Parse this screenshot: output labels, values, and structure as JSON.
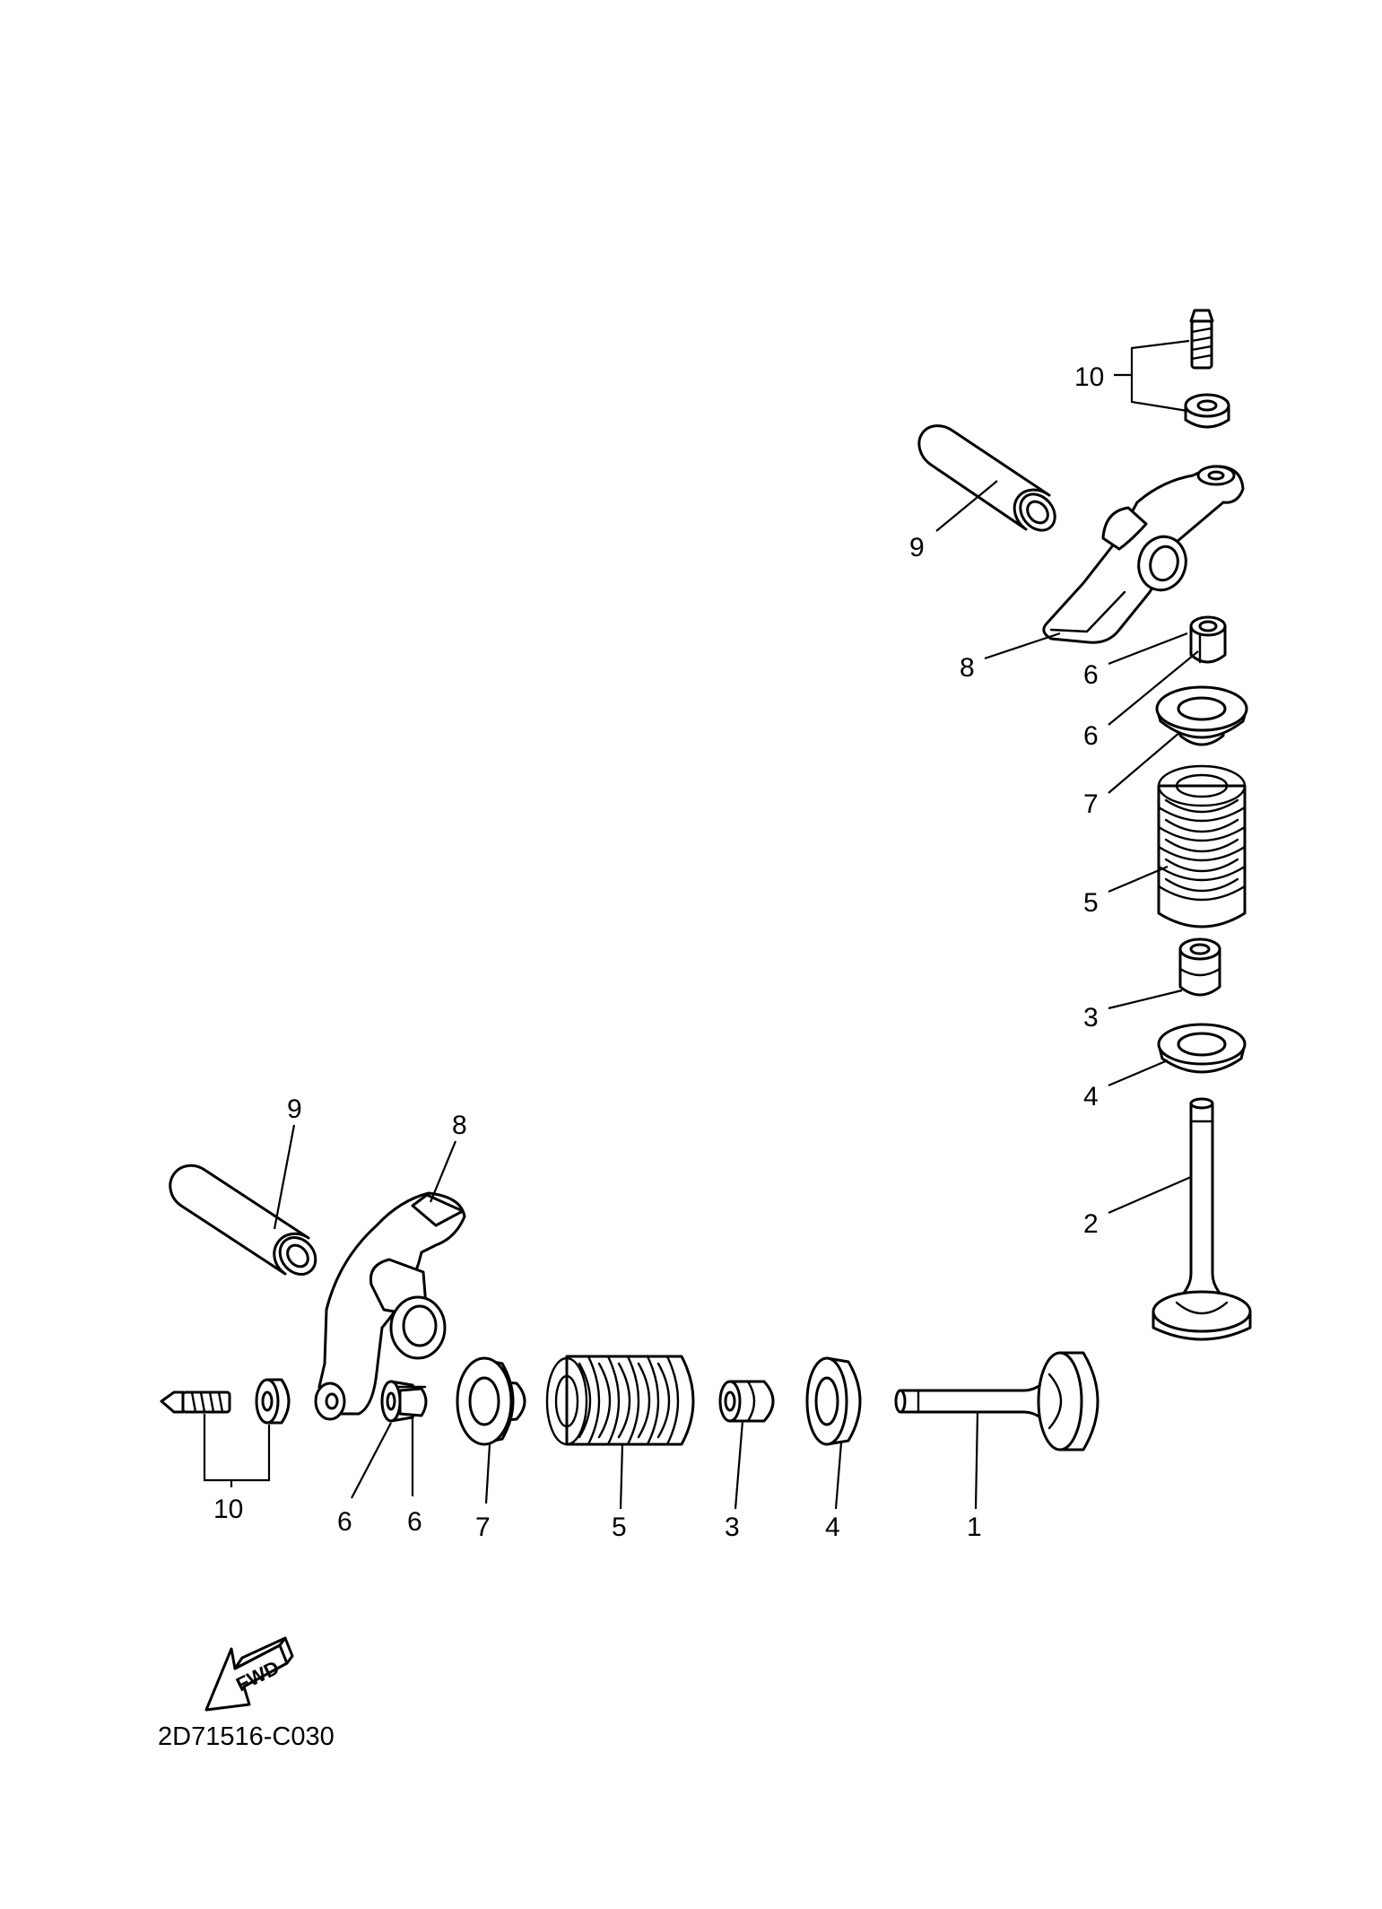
{
  "drawing_code": "2D71516-C030",
  "fwd_label": "FWD",
  "callouts_right": {
    "c10": "10",
    "c9": "9",
    "c8": "8",
    "c6a": "6",
    "c6b": "6",
    "c7": "7",
    "c5": "5",
    "c3": "3",
    "c4": "4",
    "c2": "2"
  },
  "callouts_left": {
    "c9": "9",
    "c8": "8",
    "c10": "10",
    "c6a": "6",
    "c6b": "6",
    "c7": "7",
    "c5": "5",
    "c3": "3",
    "c4": "4",
    "c1": "1"
  }
}
